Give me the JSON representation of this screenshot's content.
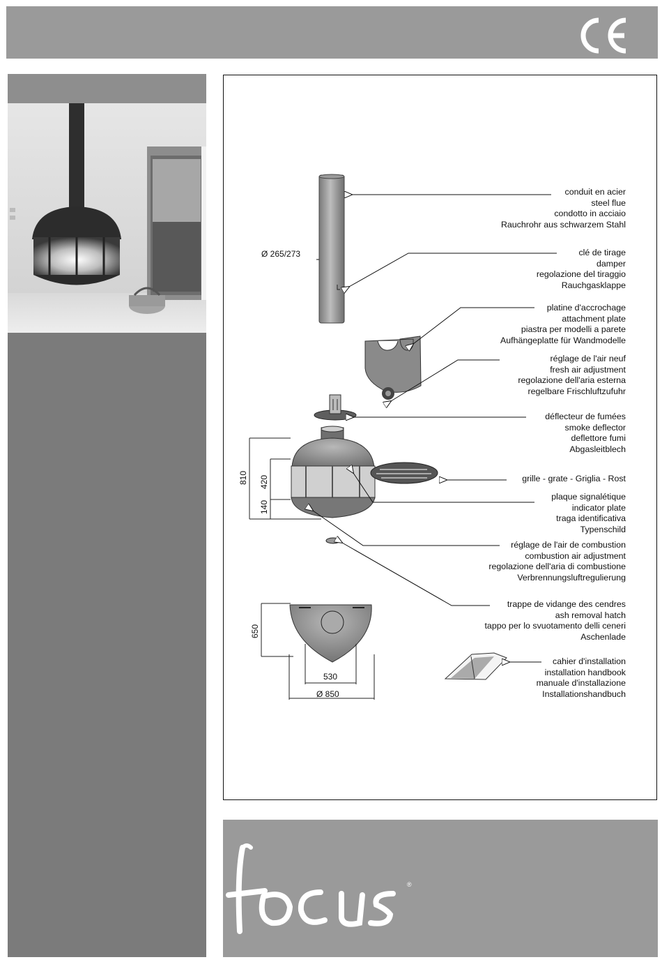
{
  "header": {
    "mark": "CE"
  },
  "brand": {
    "logo_text": "focus",
    "registered": "®"
  },
  "diagram": {
    "labels": [
      {
        "lines": [
          "conduit en acier",
          "steel flue",
          "condotto in acciaio",
          "Rauchrohr aus schwarzem Stahl"
        ]
      },
      {
        "lines": [
          "clé de tirage",
          "damper",
          "regolazione del tiraggio",
          "Rauchgasklappe"
        ]
      },
      {
        "lines": [
          "platine d'accrochage",
          "attachment plate",
          "piastra per modelli a parete",
          "Aufhängeplatte für Wandmodelle"
        ]
      },
      {
        "lines": [
          "réglage de l'air neuf",
          "fresh air adjustment",
          "regolazione dell'aria esterna",
          "regelbare Frischluftzufuhr"
        ]
      },
      {
        "lines": [
          "déflecteur de fumées",
          "smoke deflector",
          "deflettore fumi",
          "Abgasleitblech"
        ]
      },
      {
        "lines": [
          "grille - grate - Griglia - Rost"
        ]
      },
      {
        "lines": [
          "plaque signalétique",
          "indicator plate",
          "traga identificativa",
          "Typenschild"
        ]
      },
      {
        "lines": [
          "réglage de l'air de combustion",
          "combustion air adjustment",
          "regolazione dell'aria di combustione",
          "Verbrennungsluftregulierung"
        ]
      },
      {
        "lines": [
          "trappe de vidange des cendres",
          "ash removal hatch",
          "tappo per lo svuotamento delli ceneri",
          "Aschenlade"
        ]
      },
      {
        "lines": [
          "cahier d'installation",
          "installation handbook",
          "manuale d'installazione",
          "Installationshandbuch"
        ]
      }
    ],
    "dimensions": {
      "flue_diameter": "Ø 265/273",
      "total_height": "810",
      "body_height": "420",
      "base_height": "140",
      "depth": "650",
      "inner_width": "530",
      "outer_diameter": "Ø 850"
    }
  }
}
